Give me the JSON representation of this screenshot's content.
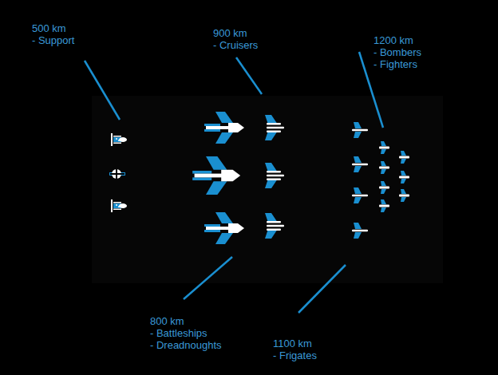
{
  "diagram": {
    "labels": [
      "500 km",
      "- Support",
      "900 km",
      "- Cruisers",
      "1200 km",
      "- Bombers",
      "- Fighters",
      "800 km",
      "- Battleships",
      "- Dreadnoughts",
      "1100 km",
      "- Frigates"
    ]
  }
}
